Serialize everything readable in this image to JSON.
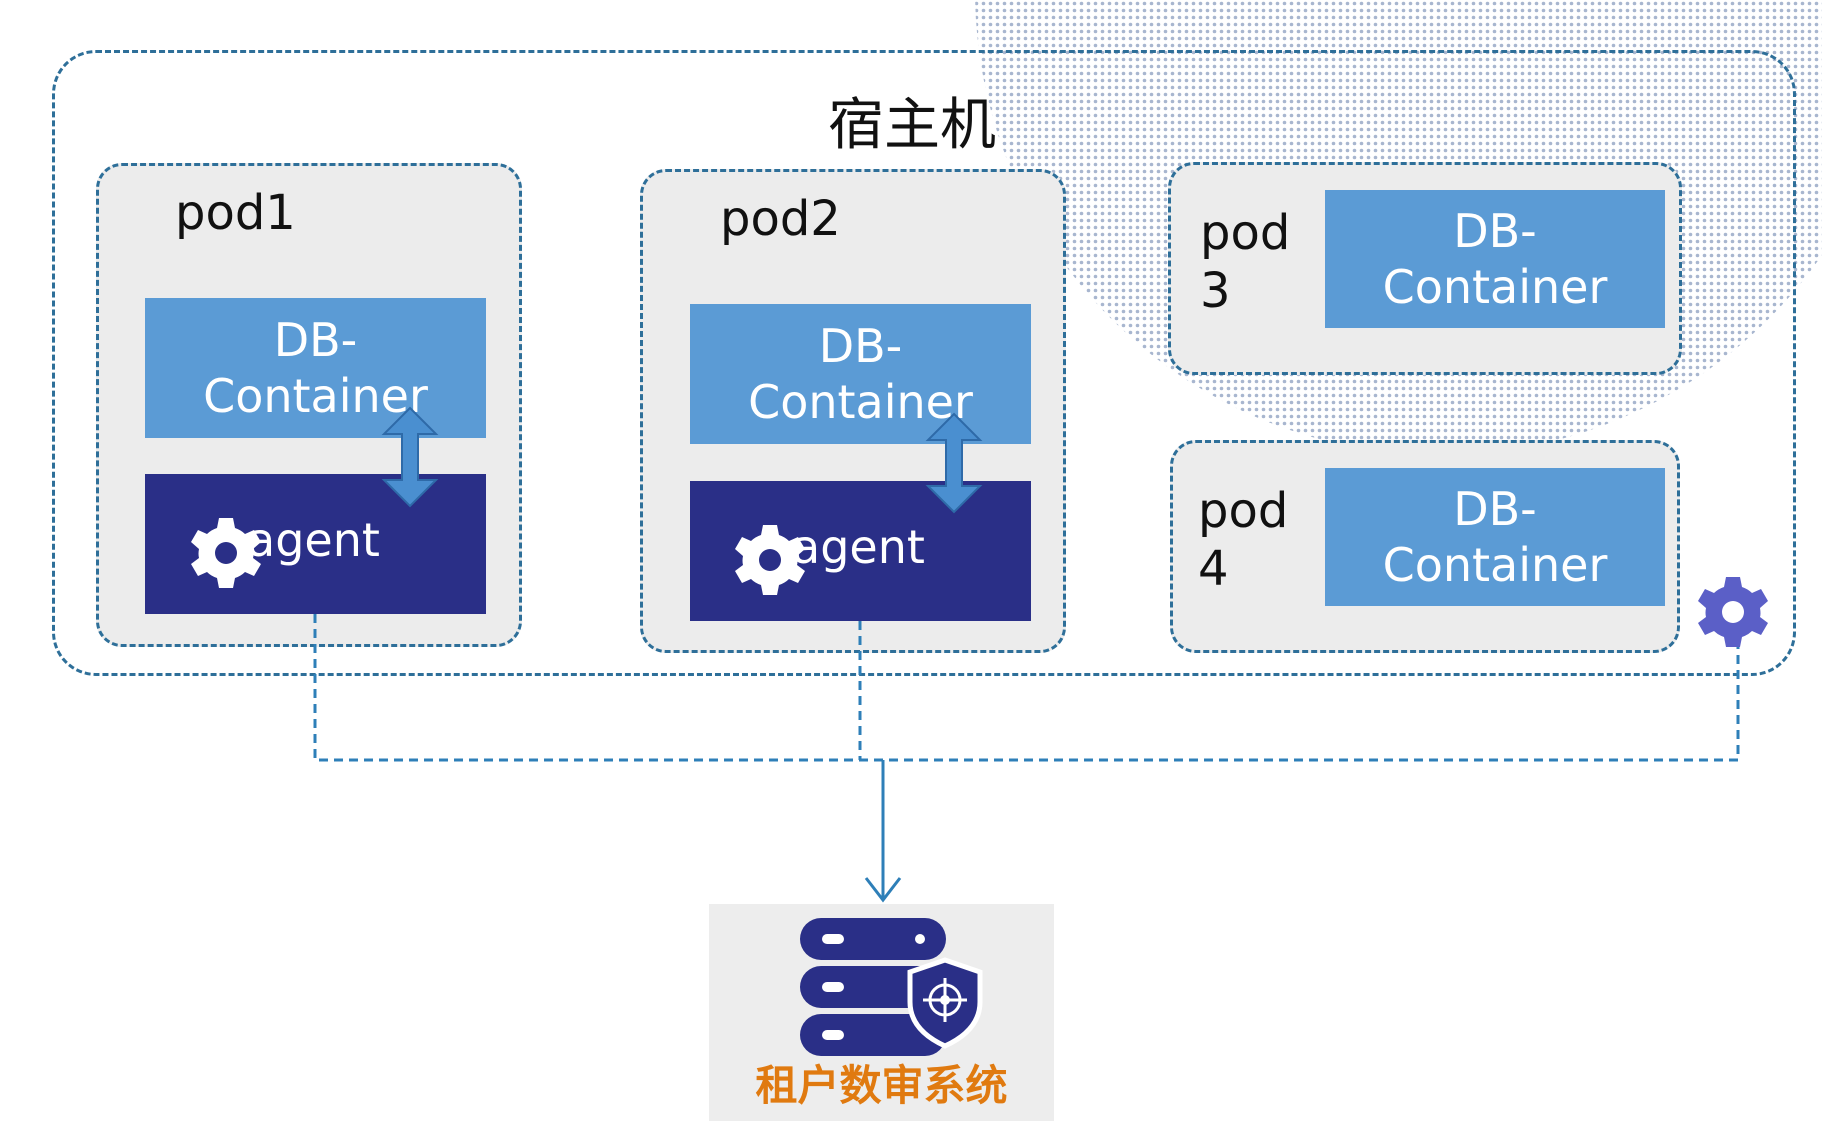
{
  "host": {
    "title": "宿主机"
  },
  "pods": [
    {
      "label": "pod1",
      "db_label_line1": "DB-",
      "db_label_line2": "Container",
      "agent_label": "agent"
    },
    {
      "label": "pod2",
      "db_label_line1": "DB-",
      "db_label_line2": "Container",
      "agent_label": "agent"
    },
    {
      "label_line1": "pod",
      "label_line2": "3",
      "db_label_line1": "DB-",
      "db_label_line2": "Container"
    },
    {
      "label_line1": "pod",
      "label_line2": "4",
      "db_label_line1": "DB-",
      "db_label_line2": "Container"
    }
  ],
  "audit_system": {
    "label": "租户数审系统"
  },
  "icons": {
    "agent_gear": "gear-icon",
    "host_gear": "gear-icon",
    "server": "server-stack-icon",
    "shield": "shield-target-icon",
    "arrow": "bidirectional-arrow-icon"
  },
  "colors": {
    "db_container": "#5b9bd5",
    "agent": "#2a2f87",
    "pod_background": "#ececec",
    "dashed_border": "#2e6f99",
    "audit_label": "#e07a10",
    "host_gear": "#5b5fc7"
  }
}
